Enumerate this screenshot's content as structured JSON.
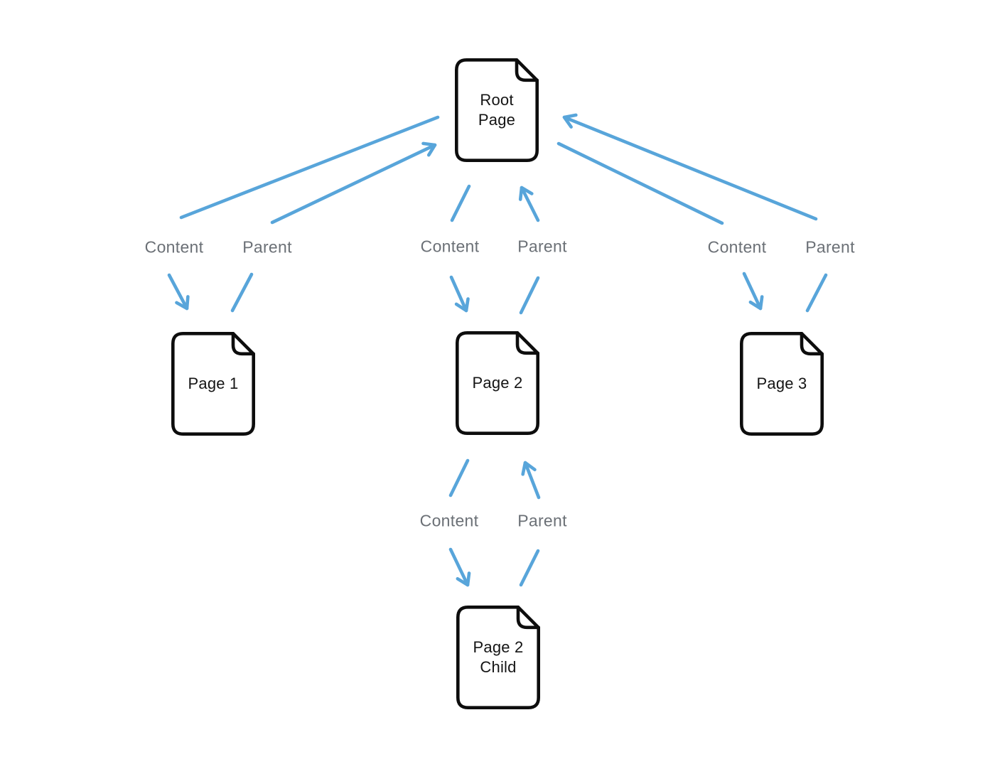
{
  "diagram": {
    "description": "Page hierarchy diagram with bidirectional Content/Parent links",
    "nodes": {
      "root": {
        "label": "Root Page"
      },
      "page1": {
        "label": "Page 1"
      },
      "page2": {
        "label": "Page 2"
      },
      "page3": {
        "label": "Page 3"
      },
      "page2child": {
        "label": "Page 2 Child"
      }
    },
    "edges": [
      {
        "pair": "root-to-page1",
        "content_label": "Content",
        "parent_label": "Parent"
      },
      {
        "pair": "root-to-page2",
        "content_label": "Content",
        "parent_label": "Parent"
      },
      {
        "pair": "root-to-page3",
        "content_label": "Content",
        "parent_label": "Parent"
      },
      {
        "pair": "page2-to-page2child",
        "content_label": "Content",
        "parent_label": "Parent"
      }
    ],
    "colors": {
      "arrow": "#58a5da",
      "edge_label_text": "#6b7076",
      "node_border": "#0d0d0d",
      "node_text": "#141414",
      "background": "#ffffff"
    }
  }
}
